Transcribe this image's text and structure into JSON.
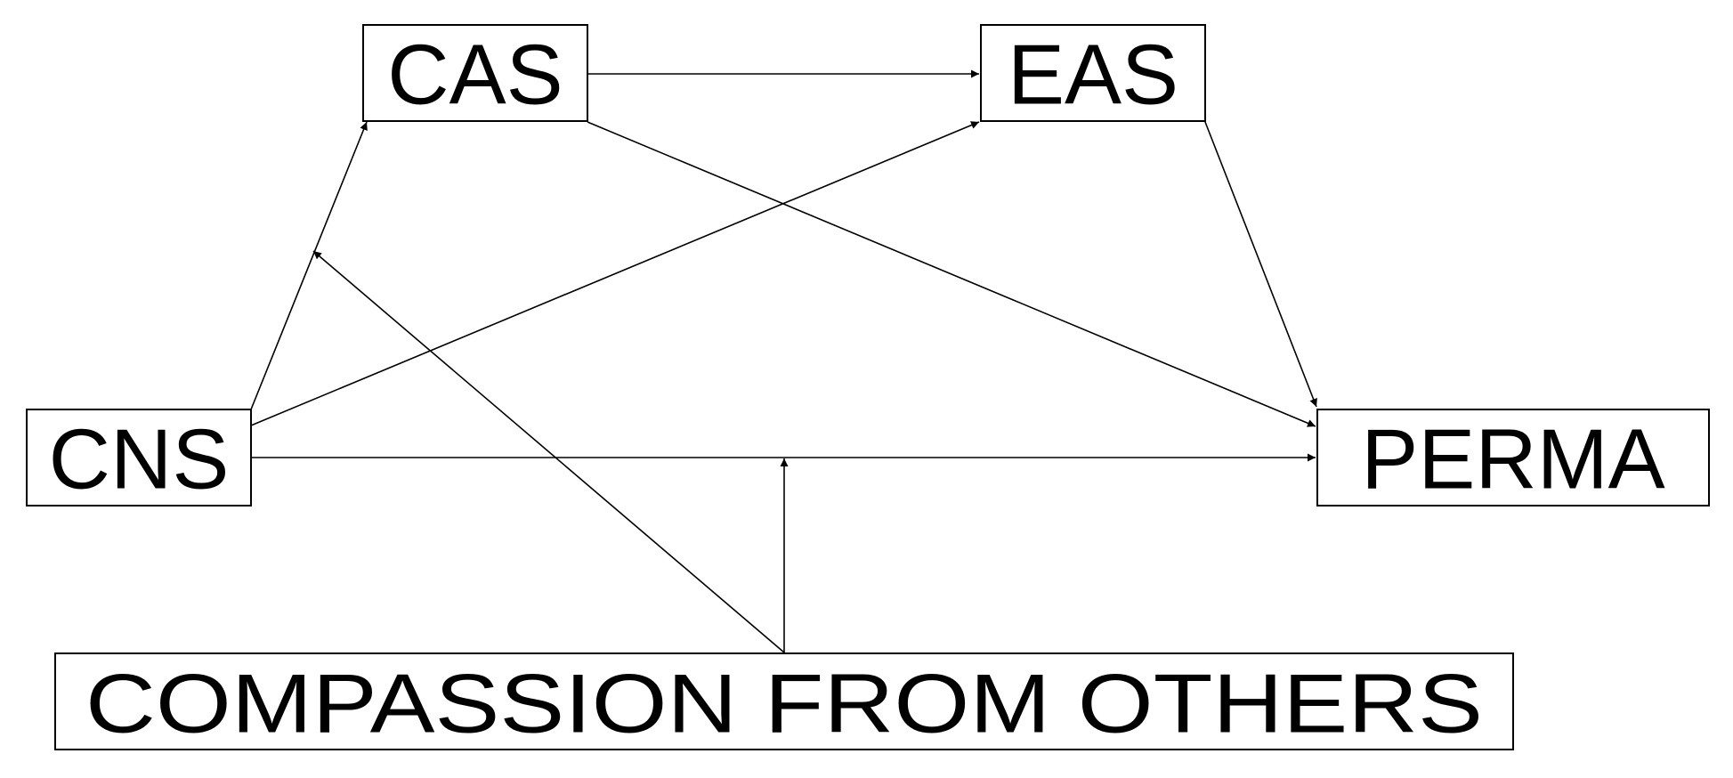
{
  "diagram": {
    "nodes": {
      "cas": "CAS",
      "eas": "EAS",
      "cns": "CNS",
      "perma": "PERMA",
      "compassion": "COMPASSION FROM OTHERS"
    },
    "edges": [
      {
        "from": "cas",
        "to": "eas"
      },
      {
        "from": "cns",
        "to": "cas"
      },
      {
        "from": "cns",
        "to": "eas"
      },
      {
        "from": "cns",
        "to": "perma"
      },
      {
        "from": "cas",
        "to": "perma"
      },
      {
        "from": "eas",
        "to": "perma"
      },
      {
        "from": "compassion",
        "to": "cns-cas-path"
      },
      {
        "from": "compassion",
        "to": "cns-perma-path"
      }
    ],
    "colors": {
      "stroke": "#000000",
      "background": "#ffffff"
    }
  }
}
